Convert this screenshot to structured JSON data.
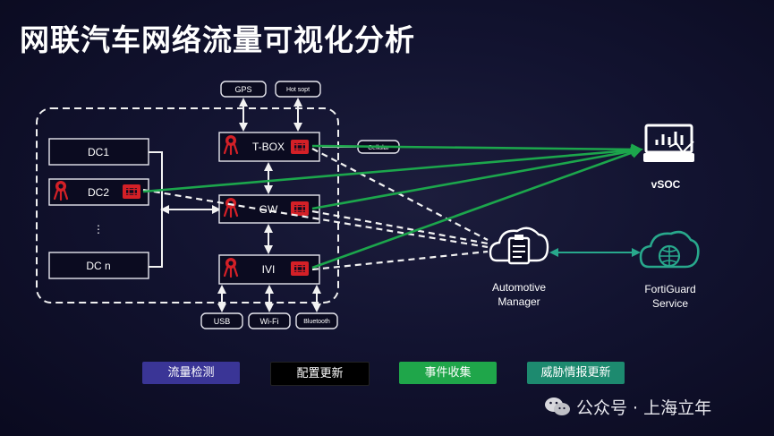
{
  "title": "网联汽车网络流量可视化分析",
  "zones": {
    "dc": [
      "DC1",
      "DC2",
      "⋮",
      "DC n"
    ],
    "core": [
      "T-BOX",
      "GW",
      "IVI"
    ]
  },
  "top_ports": [
    "GPS",
    "Hot sopt"
  ],
  "side_port": "Cellular",
  "bottom_ports": [
    "USB",
    "Wi-Fi",
    "Bluetooth"
  ],
  "nodes": {
    "vsoc": "vSOC",
    "manager": [
      "Automotive",
      "Manager"
    ],
    "fortiguard": [
      "FortiGuard",
      "Service"
    ]
  },
  "legend": [
    {
      "label": "流量检测",
      "color": "#3a3596"
    },
    {
      "label": "配置更新",
      "color": "#000000"
    },
    {
      "label": "事件收集",
      "color": "#1fa64a"
    },
    {
      "label": "威胁情报更新",
      "color": "#1d8a6f"
    }
  ],
  "watermark": "公众号 · 上海立年",
  "colors": {
    "accent_red": "#d42027",
    "green": "#1ca64c",
    "teal": "#28a88c"
  }
}
